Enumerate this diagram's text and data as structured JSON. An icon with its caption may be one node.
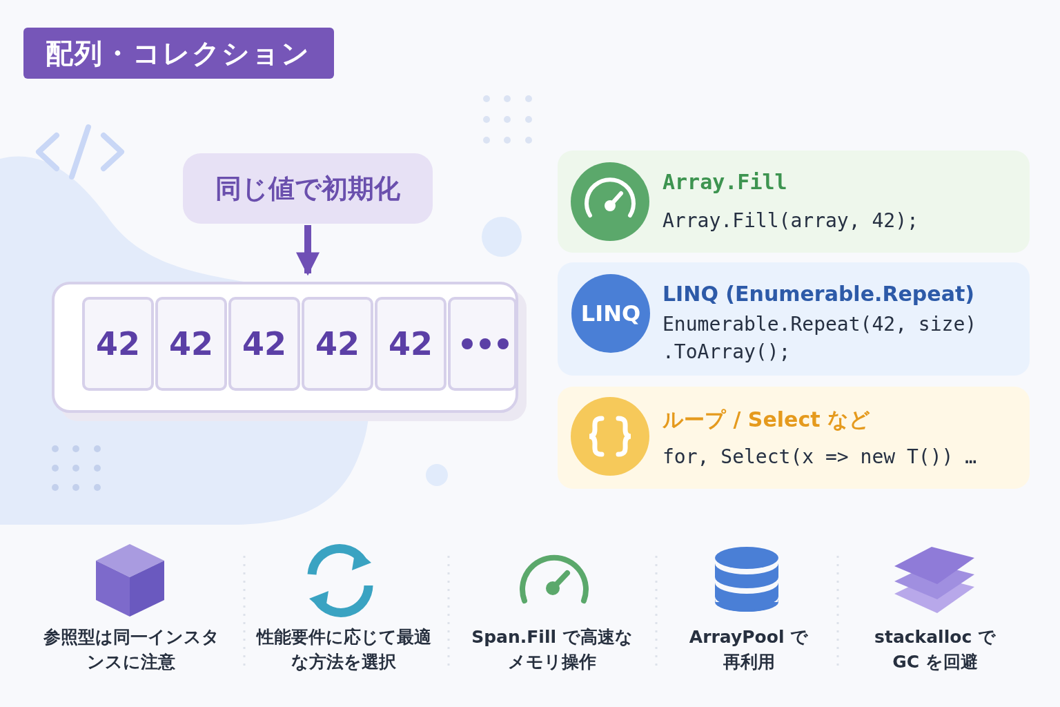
{
  "diagram": {
    "title": "配列・コレクション",
    "nodes": [
      {
        "text": [
          "同じ値で初期化"
        ]
      },
      {
        "text": [],
        "shape": "box"
      },
      {
        "text": [
          "42"
        ],
        "in": 1
      },
      {
        "text": [
          "42"
        ],
        "in": 1
      },
      {
        "text": [
          "42"
        ],
        "in": 1
      },
      {
        "text": [
          "42"
        ],
        "in": 1
      },
      {
        "text": [
          "42"
        ],
        "in": 1
      },
      {
        "text": [],
        "shape": "box",
        "in": 1
      },
      {
        "text": [
          "Array.Fill",
          "Array.Fill(array, 42);"
        ]
      },
      {
        "text": [
          "LINQ (Enumerable.Repeat)",
          "Enumerable.Repeat(42, size) .ToArray();"
        ]
      },
      {
        "text": [
          "LINQ"
        ],
        "in": 9
      },
      {
        "text": [
          "ループ / Select など",
          "for, Select(x => new T()) …"
        ]
      }
    ],
    "edges": [
      {
        "from": 0,
        "to": 1,
        "arrow": "to"
      }
    ],
    "labels": [
      "参照型は同一インスタンスに注意",
      "性能要件に応じて最適な方法を選択",
      "Span.Fill で高速なメモリ操作",
      "ArrayPool で再利用",
      "stackalloc でGC を回避"
    ]
  }
}
